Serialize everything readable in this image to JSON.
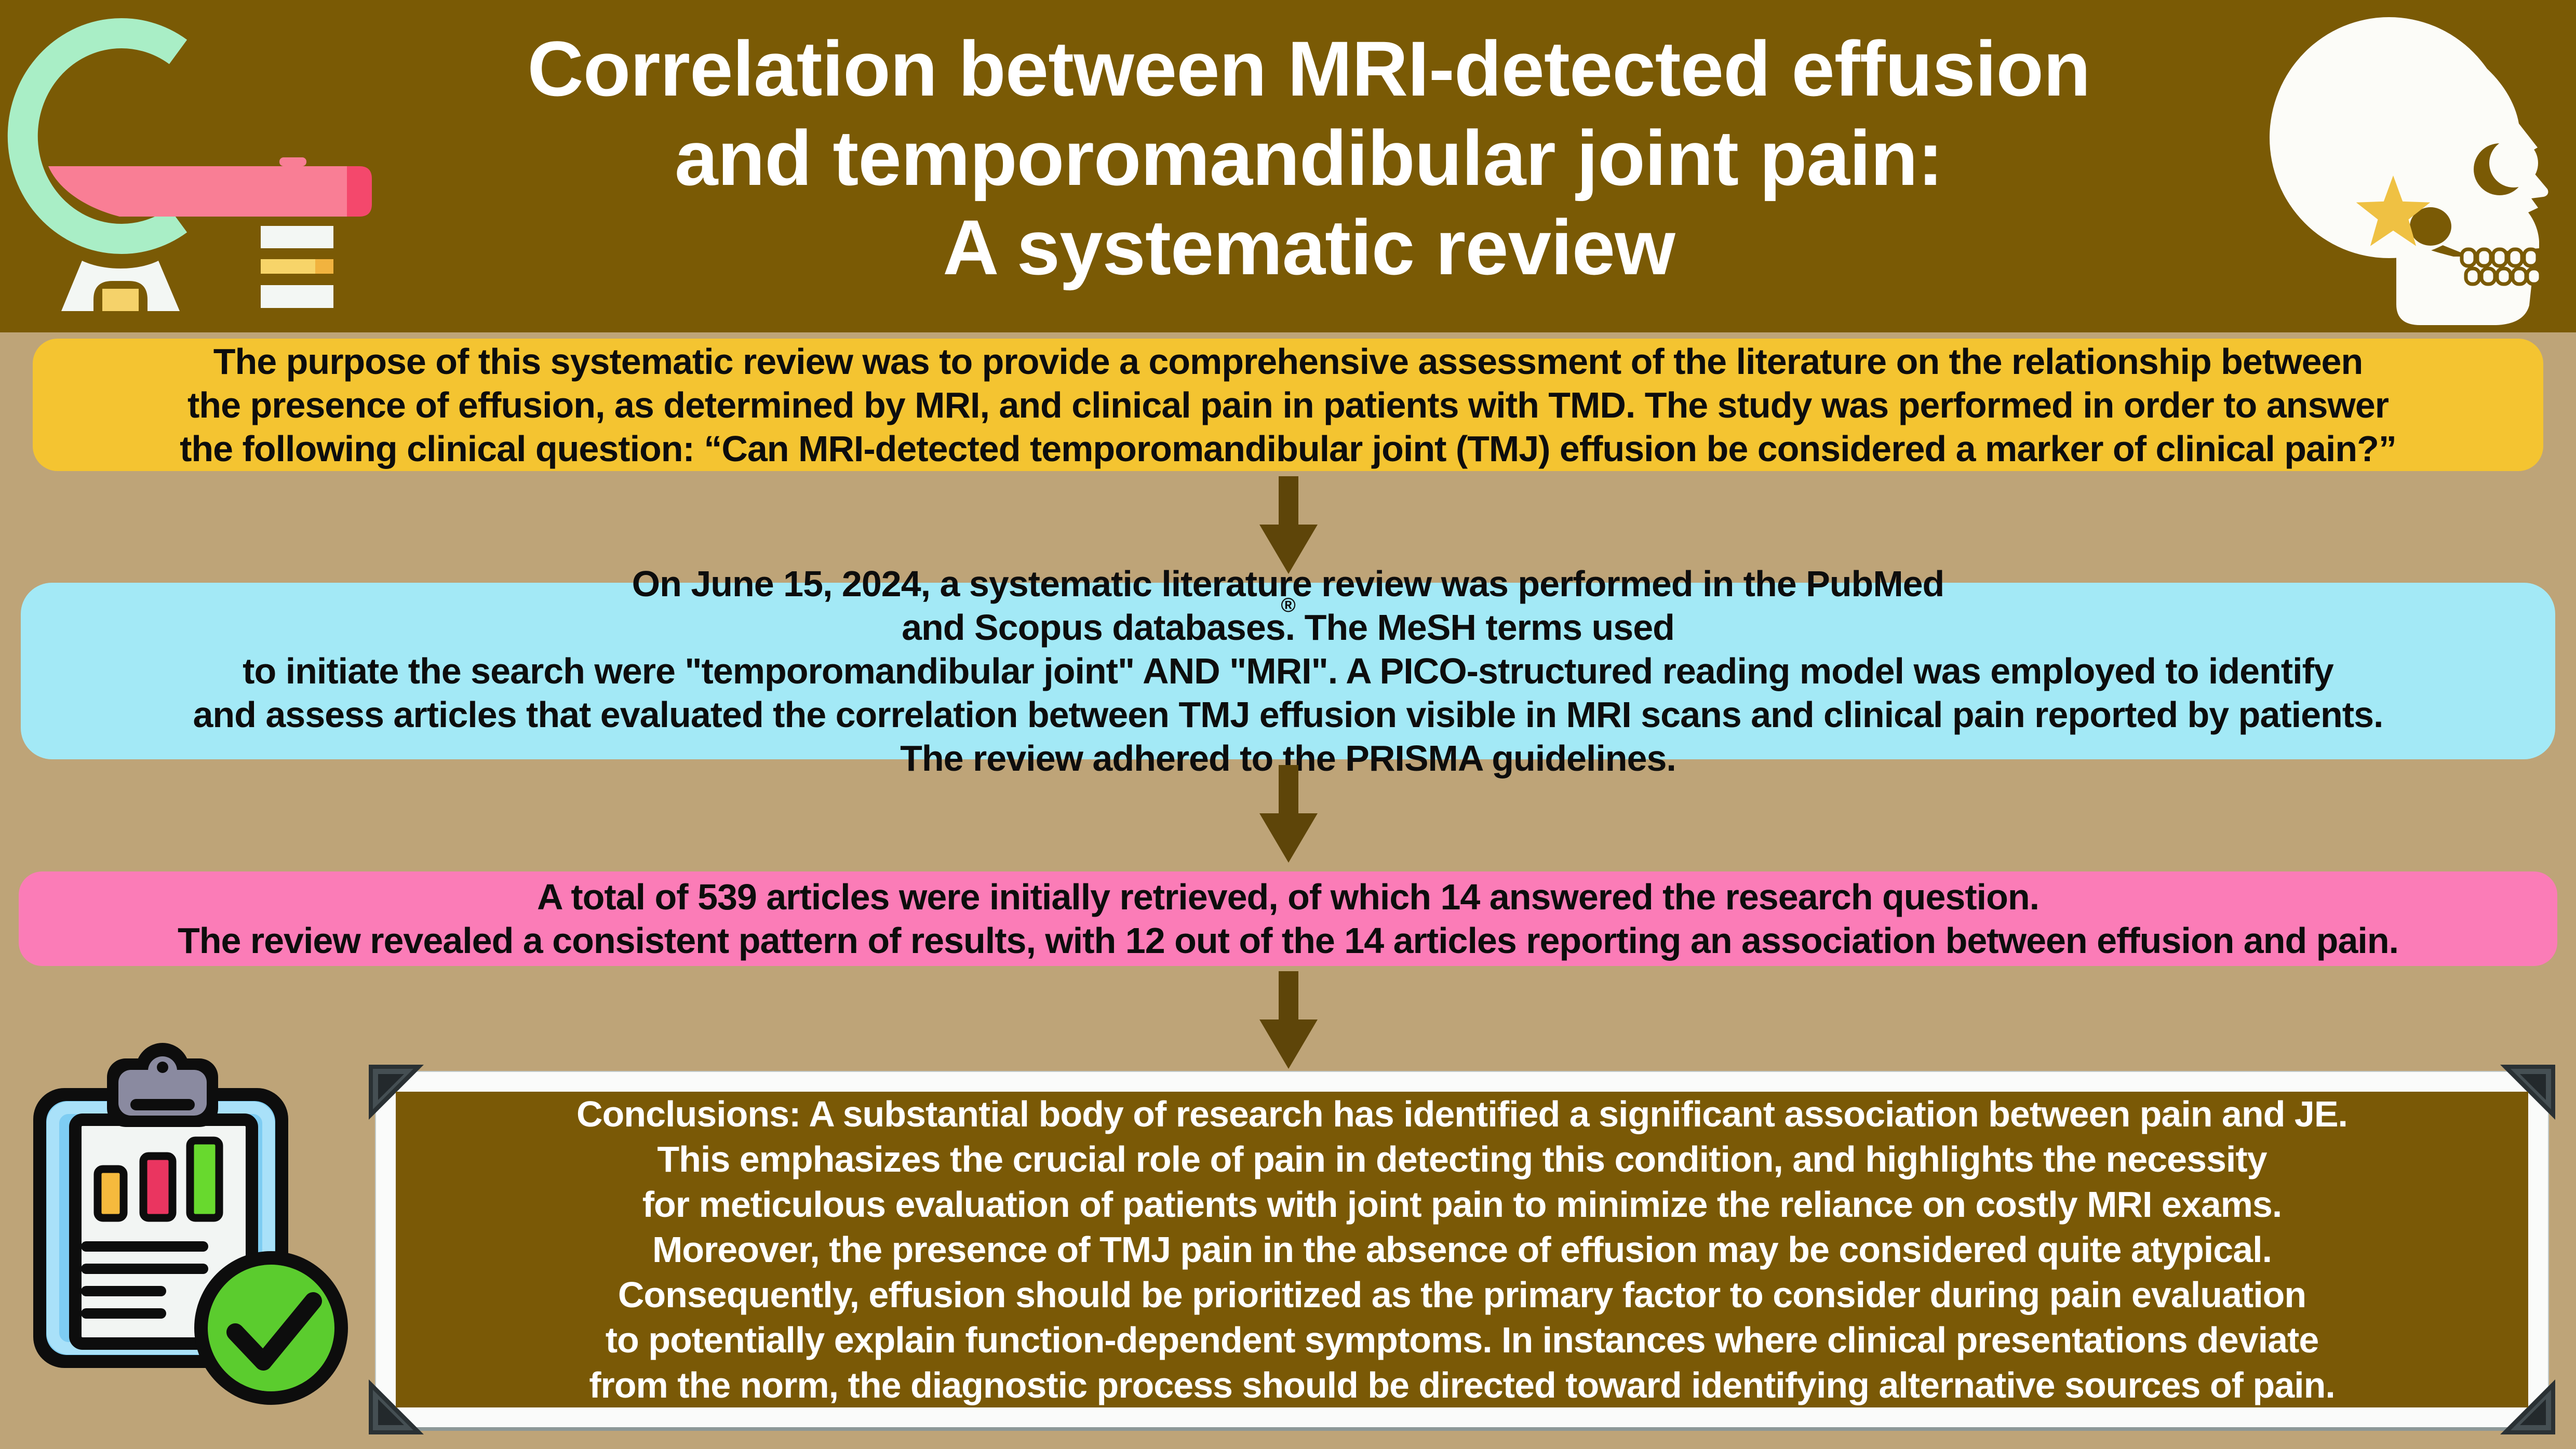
{
  "header": {
    "title_lines": [
      "Correlation between MRI-detected effusion",
      "and temporomandibular joint pain:",
      "A systematic review"
    ]
  },
  "purpose_box": {
    "lines": [
      "The purpose of this systematic review was to provide a comprehensive assessment of the literature on the relationship between",
      "the presence of effusion, as determined by MRI, and clinical pain in patients with TMD. The study was performed in order to answer",
      "the following clinical question: “Can MRI-detected temporomandibular joint (TMJ) effusion be considered a marker of clinical pain?”"
    ]
  },
  "methods_box": {
    "line1_pre": "On June 15, 2024, a systematic literature review was performed in the PubMed",
    "line1_sup": "®",
    "line1_post": " and Scopus databases. The MeSH terms used",
    "lines": [
      "to initiate the search were \"temporomandibular joint\" AND \"MRI\". A PICO-structured reading model was employed to identify",
      "and assess articles that evaluated the correlation between TMJ effusion visible in MRI scans and clinical pain reported by patients.",
      "The review adhered to the PRISMA guidelines."
    ]
  },
  "results_box": {
    "lines": [
      "A total of 539 articles were initially retrieved, of which 14 answered the research question.",
      "The review revealed a consistent pattern of results, with 12 out of the 14 articles reporting an association between effusion and pain."
    ]
  },
  "conclusions_box": {
    "lines": [
      "Conclusions: A substantial body of research has identified a significant association between pain and JE.",
      "This emphasizes the crucial role of pain in detecting this condition, and highlights the necessity",
      "for meticulous evaluation of patients with joint pain to minimize the reliance on costly MRI exams.",
      "Moreover, the presence of TMJ pain in the absence of effusion may be considered quite atypical.",
      "Consequently, effusion should be prioritized as the primary factor to consider during pain evaluation",
      "to potentially explain function-dependent symptoms. In instances where clinical presentations deviate",
      "from the norm, the diagnostic process should be directed toward identifying alternative sources of pain."
    ]
  },
  "icons": {
    "mri_scanner": "mri-scanner-icon",
    "skull_tmj": "skull-tmj-star-icon",
    "clipboard_check": "clipboard-report-check-icon",
    "arrow_down": "arrow-down-icon"
  },
  "colors": {
    "header_bg": "#7A5A05",
    "page_bg": "#BEA478",
    "purpose_bg": "#F4C431",
    "methods_bg": "#A3E9F6",
    "results_bg": "#FB7CB7",
    "conclusions_bg": "#7A5906",
    "conclusions_frame": "#FAFBFA",
    "arrow": "#5E4509",
    "title_text": "#FFFFFF",
    "body_text": "#0D0D0D",
    "conclusions_text": "#FFFFFF",
    "star": "#EFC143",
    "check_green": "#5BCC2E"
  }
}
